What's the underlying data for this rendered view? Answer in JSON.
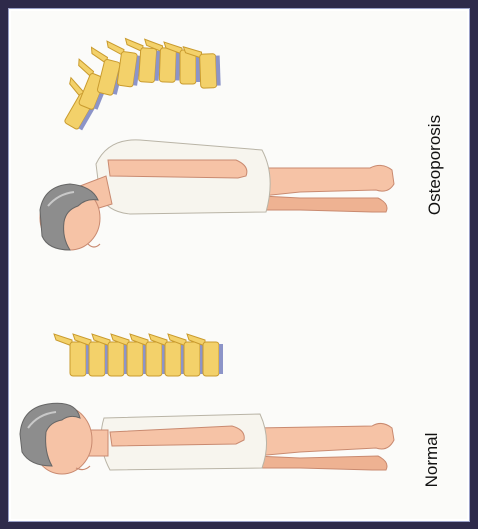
{
  "labels": {
    "normal": "Normal",
    "osteoporosis": "Osteoporosis"
  },
  "figures": [
    {
      "id": "normal",
      "posture": "upright"
    },
    {
      "id": "osteoporosis",
      "posture": "stooped"
    }
  ],
  "colors": {
    "skin": "#f6c3a6",
    "skin_shadow": "#e9a486",
    "hair": "#8d8d8d",
    "hair_light": "#c9c9c9",
    "gown": "#f7f5ee",
    "bone": "#f3d16a",
    "bone_shadow": "#c99b2e",
    "disc": "#8c94c8",
    "background": "#fbfbf9",
    "frame": "#2e2a4a"
  }
}
